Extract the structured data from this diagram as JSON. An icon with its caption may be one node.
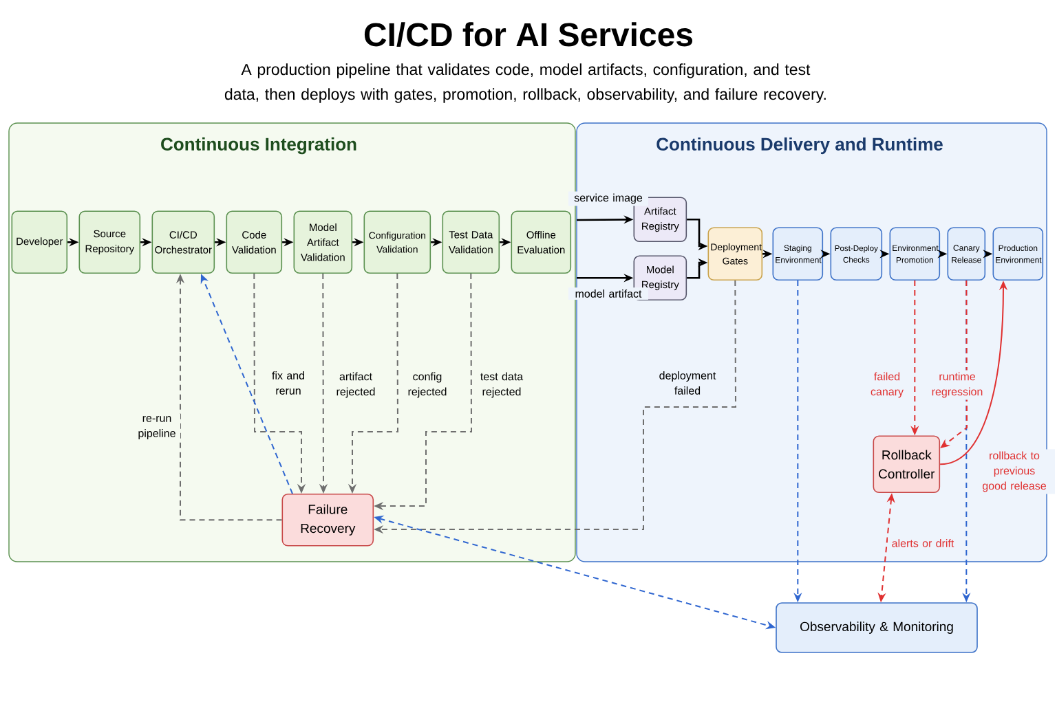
{
  "diagram": {
    "title": "CI/CD for AI Services",
    "nodes": [
      {
        "text": [
          "Continuous Integration"
        ]
      },
      {
        "text": [
          "Continuous Delivery and Runtime"
        ]
      },
      {
        "text": [
          "Developer"
        ],
        "in": 0
      },
      {
        "text": [
          "Source Repository"
        ],
        "in": 0
      },
      {
        "text": [
          "CI/CD Orchestrator"
        ],
        "in": 0
      },
      {
        "text": [
          "Code Validation"
        ],
        "in": 0
      },
      {
        "text": [
          "Model Artifact Validation"
        ],
        "in": 0
      },
      {
        "text": [
          "Configuration Validation"
        ],
        "in": 0
      },
      {
        "text": [
          "Test Data Validation"
        ],
        "in": 0
      },
      {
        "text": [
          "Offline Evaluation"
        ],
        "in": 0
      },
      {
        "text": [
          "Failure Recovery"
        ],
        "in": 0
      },
      {
        "text": [
          "Artifact Registry"
        ],
        "in": 1
      },
      {
        "text": [
          "Model Registry"
        ],
        "in": 1
      },
      {
        "text": [
          "Deployment Gates"
        ],
        "in": 1
      },
      {
        "text": [
          "Staging Environment"
        ],
        "in": 1
      },
      {
        "text": [
          "Post-Deploy Checks"
        ],
        "in": 1
      },
      {
        "text": [
          "Environment Promotion"
        ],
        "in": 1
      },
      {
        "text": [
          "Canary Release"
        ],
        "in": 1
      },
      {
        "text": [
          "Production Environment"
        ],
        "in": 1
      },
      {
        "text": [
          "Rollback Controller"
        ],
        "in": 1
      },
      {
        "text": [
          "Observability & Monitoring"
        ]
      }
    ],
    "edges": [
      {
        "from": 2,
        "to": 3,
        "arrow": "to"
      },
      {
        "from": 3,
        "to": 4,
        "arrow": "to"
      },
      {
        "from": 4,
        "to": 5,
        "arrow": "to"
      },
      {
        "from": 5,
        "to": 6,
        "arrow": "to"
      },
      {
        "from": 6,
        "to": 7,
        "arrow": "to"
      },
      {
        "from": 7,
        "to": 8,
        "arrow": "to"
      },
      {
        "from": 8,
        "to": 9,
        "arrow": "to"
      },
      {
        "from": null,
        "to": 11,
        "arrow": "to",
        "label": "service image"
      },
      {
        "from": null,
        "to": 12,
        "arrow": "to",
        "label": "model artifact"
      },
      {
        "from": 11,
        "to": 13,
        "arrow": "to"
      },
      {
        "from": 12,
        "to": 13,
        "arrow": "to"
      },
      {
        "from": 13,
        "to": 14,
        "arrow": "to"
      },
      {
        "from": 14,
        "to": 15,
        "arrow": "to"
      },
      {
        "from": 15,
        "to": 16,
        "arrow": "to"
      },
      {
        "from": 16,
        "to": 17,
        "arrow": "to"
      },
      {
        "from": 17,
        "to": 18,
        "arrow": "to"
      },
      {
        "from": 5,
        "to": 10,
        "arrow": "to",
        "label": "fix and rerun",
        "style": "dashed",
        "color": "#6e6e6e"
      },
      {
        "from": 6,
        "to": 10,
        "arrow": "to",
        "label": "artifact rejected",
        "style": "dashed",
        "color": "#6e6e6e"
      },
      {
        "from": 7,
        "to": 10,
        "arrow": "to",
        "label": "config rejected",
        "style": "dashed",
        "color": "#6e6e6e"
      },
      {
        "from": 8,
        "to": 10,
        "arrow": "to",
        "label": "test data rejected",
        "style": "dashed",
        "color": "#6e6e6e"
      },
      {
        "from": 10,
        "to": 4,
        "arrow": "to",
        "label": "re-run pipeline",
        "style": "dashed",
        "color": "#6e6e6e"
      },
      {
        "from": 10,
        "to": 4,
        "arrow": "to",
        "style": "dashed",
        "color": "#2f66d0"
      },
      {
        "from": 13,
        "to": 10,
        "arrow": "to",
        "label": "deployment failed",
        "style": "dashed",
        "color": "#6e6e6e"
      },
      {
        "from": 10,
        "to": 20,
        "arrow": "both",
        "style": "dashed",
        "color": "#2f66d0"
      },
      {
        "from": 14,
        "to": 20,
        "arrow": "to",
        "style": "dashed",
        "color": "#2f66d0"
      },
      {
        "from": 17,
        "to": 20,
        "arrow": "to",
        "style": "dashed",
        "color": "#2f66d0"
      },
      {
        "from": 16,
        "to": 19,
        "arrow": "to",
        "label": "failed canary",
        "style": "dashed",
        "color": "#e03131"
      },
      {
        "from": 17,
        "to": 19,
        "arrow": "to",
        "label": "runtime regression",
        "style": "dashed",
        "color": "#e03131"
      },
      {
        "from": 19,
        "to": 18,
        "arrow": "to",
        "label": "rollback to previous good release",
        "color": "#e03131"
      },
      {
        "from": 19,
        "to": 20,
        "arrow": "both",
        "label": "alerts or drift",
        "style": "dashed",
        "color": "#e03131"
      }
    ],
    "labels": [
      "A production pipeline that validates code, model artifacts, configuration, and test data, then deploys with gates, promotion, rollback, observability, and failure recovery."
    ]
  }
}
